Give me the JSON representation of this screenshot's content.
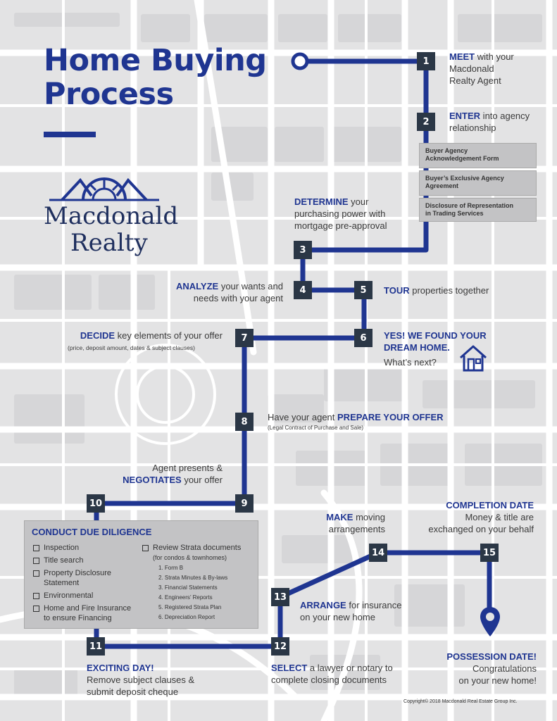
{
  "title": {
    "line1": "Home Buying",
    "line2": "Process"
  },
  "brand": {
    "line1": "Macdonald",
    "line2": "Realty"
  },
  "steps": [
    {
      "num": "1",
      "kw": "MEET",
      "rest": " with your",
      "line2": "Macdonald",
      "line3": "Realty Agent"
    },
    {
      "num": "2",
      "kw": "ENTER",
      "rest": " into agency",
      "line2": "relationship"
    },
    {
      "num": "3",
      "kw": "DETERMINE",
      "rest": " your",
      "line2": "purchasing power with",
      "line3": "mortgage pre-approval"
    },
    {
      "num": "4",
      "kw": "ANALYZE",
      "rest": " your wants and",
      "line2": "needs with your agent"
    },
    {
      "num": "5",
      "kw": "TOUR",
      "rest": " properties together"
    },
    {
      "num": "6",
      "head1": "YES! WE FOUND YOUR",
      "head2": "DREAM HOME.",
      "line3": "What’s next?"
    },
    {
      "num": "7",
      "kw": "DECIDE",
      "rest": " key elements of your offer",
      "note": "(price, deposit amount, dates & subject clauses)"
    },
    {
      "num": "8",
      "pre": "Have your agent ",
      "kw": "PREPARE YOUR OFFER",
      "note": "(Legal Contract of Purchase and Sale)"
    },
    {
      "num": "9",
      "line1": "Agent presents &",
      "kw": "NEGOTIATES",
      "rest": " your offer"
    },
    {
      "num": "10"
    },
    {
      "num": "11",
      "kw": "EXCITING DAY!",
      "line2": "Remove subject clauses &",
      "line3": "submit deposit cheque"
    },
    {
      "num": "12",
      "kw": "SELECT",
      "rest": " a lawyer or notary to",
      "line2": "complete closing documents"
    },
    {
      "num": "13",
      "kw": "ARRANGE",
      "rest": " for insurance",
      "line2": "on your new home"
    },
    {
      "num": "14",
      "kw": "MAKE",
      "rest": " moving",
      "line2": "arrangements"
    },
    {
      "num": "15",
      "kw": "COMPLETION DATE",
      "line2": "Money & title are",
      "line3": "exchanged on your behalf"
    }
  ],
  "possession": {
    "kw": "POSSESSION DATE!",
    "line2": "Congratulations",
    "line3": "on your new home!"
  },
  "agency_docs": [
    {
      "line1": "Buyer Agency",
      "line2": "Acknowledgement Form"
    },
    {
      "line1": "Buyer’s Exclusive Agency",
      "line2": "Agreement"
    },
    {
      "line1": "Disclosure of Representation",
      "line2": "in Trading Services"
    }
  ],
  "due_diligence": {
    "title": "CONDUCT DUE DILIGENCE",
    "left_items": [
      {
        "line1": "Inspection"
      },
      {
        "line1": "Title search"
      },
      {
        "line1": "Property Disclosure",
        "line2": "Statement"
      },
      {
        "line1": "Environmental"
      },
      {
        "line1": "Home and Fire Insurance",
        "line2": "to ensure Financing"
      }
    ],
    "strata": {
      "line1": "Review Strata documents",
      "line2": "(for condos & townhomes)"
    },
    "strata_items": [
      "1.   Form B",
      "2.   Strata Minutes & By-laws",
      "3.   Financial Statements",
      "4.   Engineers’ Reports",
      "5.   Registered Strata Plan",
      "6.   Depreciation Report"
    ]
  },
  "copyright": "Copyright© 2018 Macdonald Real Estate Group Inc.",
  "icons": [
    "house-icon",
    "location-pin-icon",
    "logo-sunrise-icon"
  ],
  "colors": {
    "accent": "#1f3591",
    "step_bg": "#2b3746",
    "map_bg": "#e3e3e4",
    "road": "#ffffff",
    "panel": "#c3c3c5"
  }
}
